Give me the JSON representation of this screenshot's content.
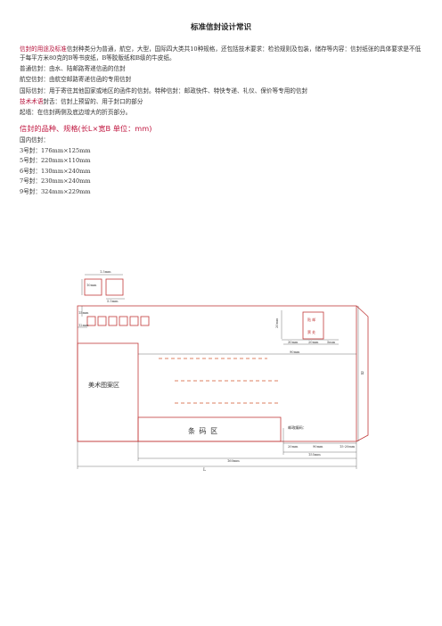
{
  "title": "标准信封设计常识",
  "intro": {
    "label": "信封的用途及标准",
    "text": "信封种类分为普通，航空，大型，国际四大类共10种规格，还包括技术要求：检验规则及包装，储存等内容：信封纸张的具体要求是不低于每平方米80克的B等书皮纸，B等胶版纸和B级的牛皮纸。"
  },
  "defs": [
    "普通信封：由水、陆邮路寄递信函的信封",
    "航空信封：由航空邮路寄递信函的专用信封",
    "国际信封：用于寄往其他国家或地区的函件的信封。特种信封：邮政快件、特快专递、礼仪、保价等专用的信封"
  ],
  "tech": {
    "label": "技术术语",
    "text": "封舌：信封上预留的、用于封口的部分"
  },
  "fold": "起墙：在信封两侧及底边增大的折页部分。",
  "sizes": {
    "heading": "信封的品种、规格(长L×宽B 单位：mm)",
    "domestic_label": "国内信封：",
    "items": [
      "3号封：176mm×125mm",
      "5号封：220mm×110mm",
      "6号封：130mm×240mm",
      "7号封：230mm×240mm",
      "9号封：324mm×229mm"
    ]
  },
  "diagram": {
    "stamp_box_label": "贴 邮\n票 处",
    "art_area": "美术图案区",
    "barcode_area": "条 码 区",
    "postcode_label": "邮政编码：",
    "dims": {
      "top_small": "1.5mm",
      "side_small": "10mm",
      "sub_small": "5.5mm",
      "left_top": "15mm",
      "left_mid": "12mm",
      "stamp_h": "20mm",
      "stamp_a": "30mm",
      "stamp_b": "20mm",
      "stamp_c": "5mm",
      "addr_w": "90mm",
      "pc_a": "20mm",
      "pc_b": "90mm",
      "pc_c": "15-20mm",
      "pc_total": "155mm",
      "bar_w": "160mm",
      "total": "L",
      "height": "B"
    }
  }
}
